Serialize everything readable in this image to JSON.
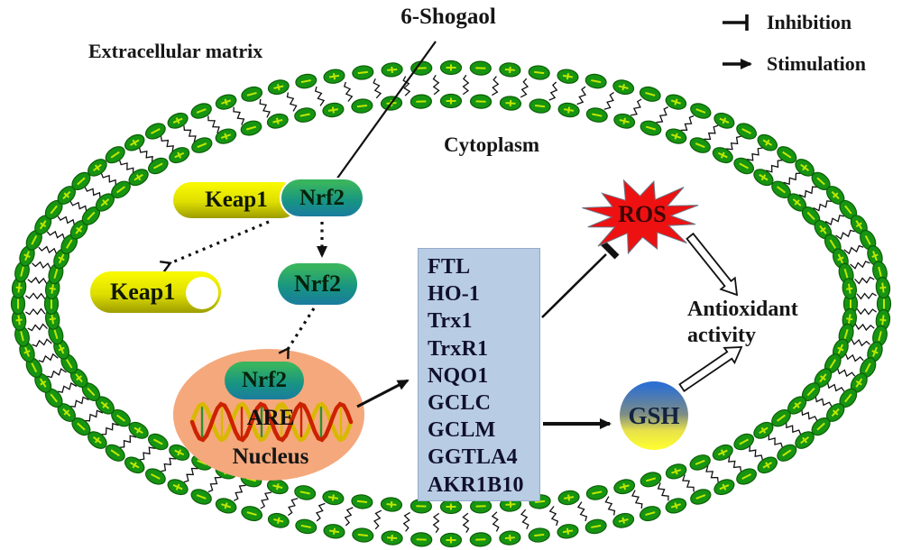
{
  "title": "6-Shogaol",
  "legend": {
    "inhibition_label": "Inhibition",
    "stimulation_label": "Stimulation"
  },
  "regions": {
    "extracellular": "Extracellular matrix",
    "cytoplasm": "Cytoplasm",
    "nucleus": "Nucleus"
  },
  "molecules": {
    "keap1_bound": "Keap1",
    "nrf2_bound": "Nrf2",
    "keap1_free": "Keap1",
    "nrf2_free": "Nrf2",
    "nrf2_nuclear": "Nrf2",
    "are": "ARE",
    "ros": "ROS",
    "gsh": "GSH"
  },
  "target_genes": [
    "FTL",
    "HO-1",
    "Trx1",
    "TrxR1",
    "NQO1",
    "GCLC",
    "GCLM",
    "GGTLA4",
    "AKR1B10"
  ],
  "outcome": {
    "line1": "Antioxidant",
    "line2": "activity"
  },
  "colors": {
    "membrane_bead": "#169412",
    "membrane_bead_edge": "#0b5e08",
    "membrane_bead_mark": "#bfe800",
    "membrane_tail": "#111111",
    "keap1_yellow": "#dede00",
    "nrf2_teal": "#179384",
    "nucleus_orange": "#f5a87c",
    "gene_box_blue": "#b8cce4",
    "ros_red": "#ee1111",
    "gsh_blue": "#2e6fd0",
    "gsh_yellow": "#ffff2e",
    "dna_red": "#cc2200",
    "dna_yellow": "#d9b800",
    "dna_green": "#2d8f2d",
    "line_black": "#111111"
  }
}
